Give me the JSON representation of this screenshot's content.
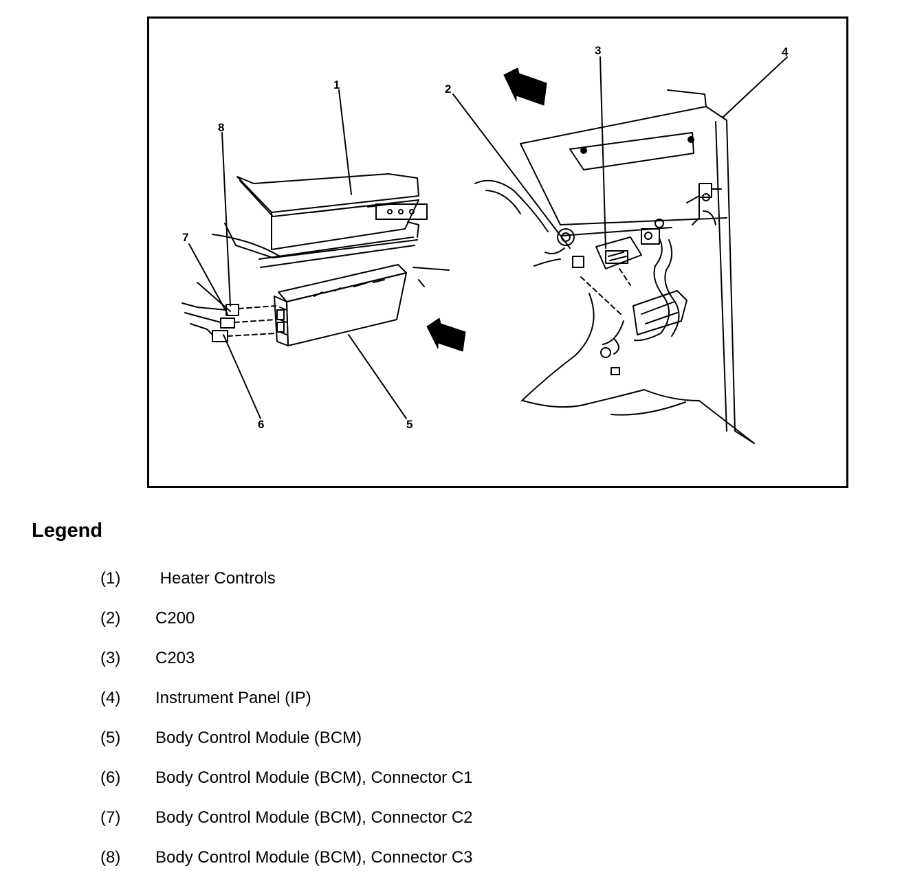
{
  "diagram": {
    "callouts": [
      "1",
      "2",
      "3",
      "4",
      "5",
      "6",
      "7",
      "8"
    ]
  },
  "legend": {
    "title": "Legend",
    "items": [
      {
        "num": "(1)",
        "text": " Heater Controls"
      },
      {
        "num": "(2)",
        "text": "C200"
      },
      {
        "num": "(3)",
        "text": "C203"
      },
      {
        "num": "(4)",
        "text": "Instrument Panel (IP)"
      },
      {
        "num": "(5)",
        "text": "Body Control Module (BCM)"
      },
      {
        "num": "(6)",
        "text": "Body Control Module (BCM), Connector C1"
      },
      {
        "num": "(7)",
        "text": "Body Control Module (BCM), Connector C2"
      },
      {
        "num": "(8)",
        "text": "Body Control Module (BCM), Connector C3"
      }
    ]
  }
}
